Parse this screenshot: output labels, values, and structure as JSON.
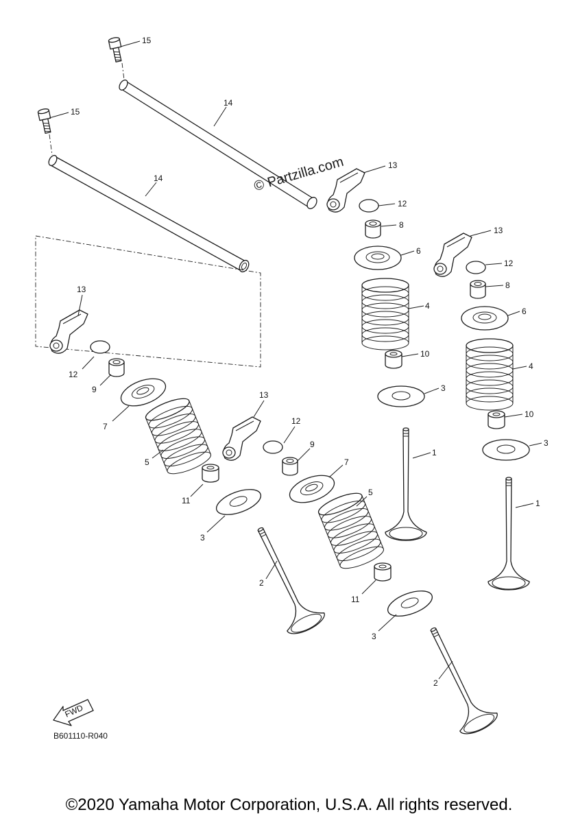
{
  "watermark": "© Partzilla.com",
  "diagram_code": "B601110-R040",
  "fwd_label": "FWD",
  "copyright": "©2020 Yamaha Motor Corporation, U.S.A. All rights reserved.",
  "callouts": {
    "c15a": "15",
    "c15b": "15",
    "c14a": "14",
    "c14b": "14",
    "c13a": "13",
    "c12a": "12",
    "c8a": "8",
    "c6a": "6",
    "c4a": "4",
    "c10a": "10",
    "c3a": "3",
    "c1a": "1",
    "c13b": "13",
    "c12b": "12",
    "c8b": "8",
    "c6b": "6",
    "c4b": "4",
    "c10b": "10",
    "c3b": "3",
    "c1b": "1",
    "c13c": "13",
    "c12c": "12",
    "c9c": "9",
    "c7c": "7",
    "c5c": "5",
    "c11c": "11",
    "c13d": "13",
    "c12d": "12",
    "c9d": "9",
    "c7d": "7",
    "c5d": "5",
    "c11d": "11",
    "c3c": "3",
    "c2c": "2",
    "c3d": "3",
    "c2d": "2"
  }
}
